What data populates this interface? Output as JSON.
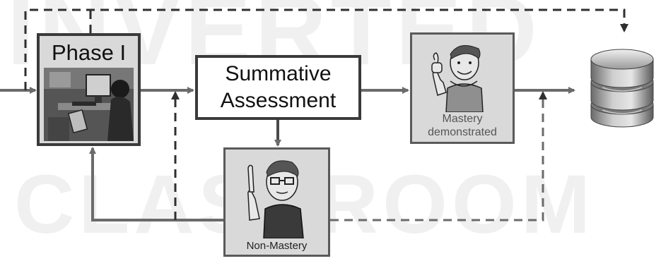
{
  "watermark": {
    "top_text": "INVERTED",
    "bottom_text": "CLASSROOM"
  },
  "phase": {
    "title": "Phase I",
    "photo_icon": "classroom-photo"
  },
  "summative": {
    "line1": "Summative",
    "line2": "Assessment"
  },
  "mastery": {
    "line1": "Mastery",
    "line2": "demonstrated",
    "figure_icon": "thumbs-up-person"
  },
  "non_mastery": {
    "label": "Non-Mastery",
    "figure_icon": "finger-raised-person"
  },
  "database": {
    "icon": "database-icon"
  },
  "colors": {
    "arrow": "#6b6b6b",
    "box_border": "#3a3a3a",
    "panel_fill": "#d9d9d9",
    "watermark": "#f0f0f0"
  }
}
